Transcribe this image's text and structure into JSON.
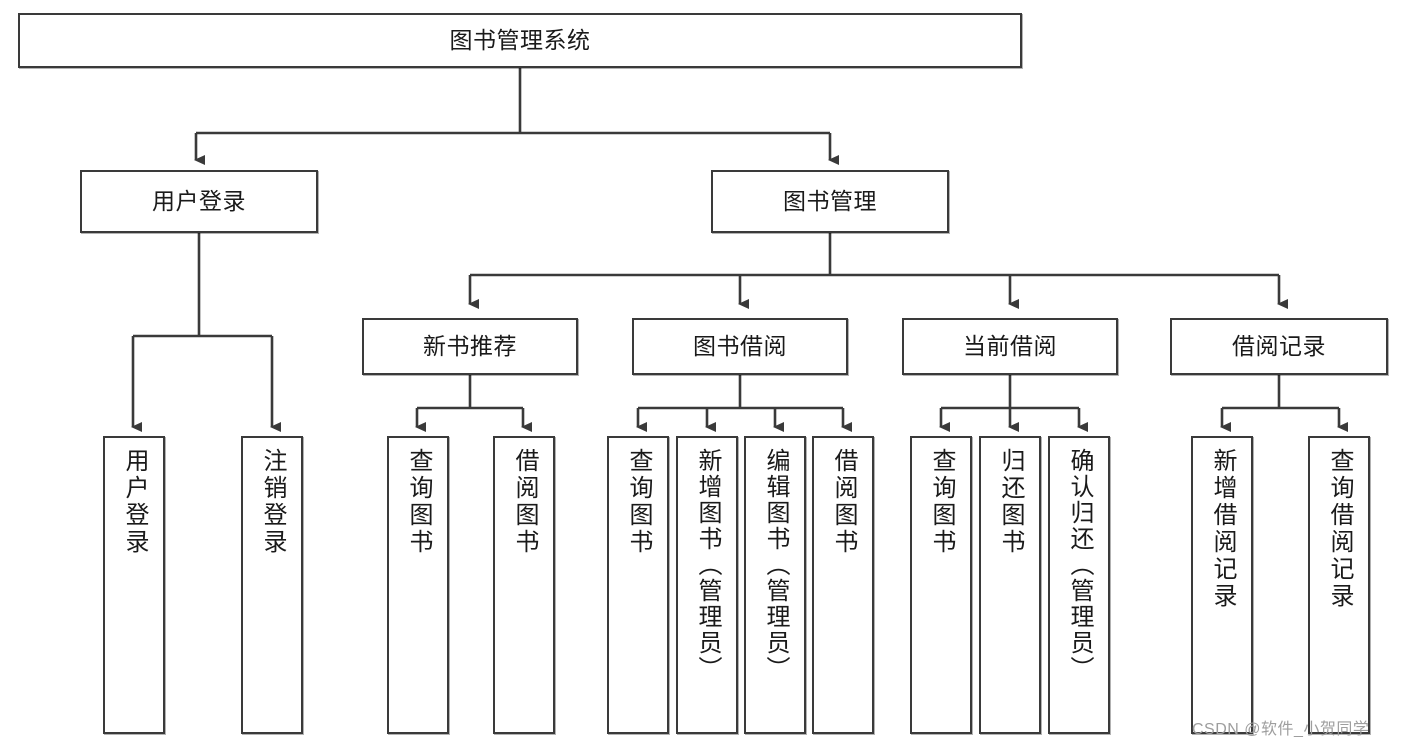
{
  "diagram": {
    "type": "hierarchy-tree",
    "title_node": {
      "label": "图书管理系统"
    },
    "level1": [
      {
        "label": "用户登录"
      },
      {
        "label": "图书管理"
      }
    ],
    "level2": [
      {
        "label": "新书推荐"
      },
      {
        "label": "图书借阅"
      },
      {
        "label": "当前借阅"
      },
      {
        "label": "借阅记录"
      }
    ],
    "leaves": {
      "user_login": [
        {
          "label": "用户登录"
        },
        {
          "label": "注销登录"
        }
      ],
      "new_book_recommend": [
        {
          "label": "查询图书"
        },
        {
          "label": "借阅图书"
        }
      ],
      "book_borrow": [
        {
          "label": "查询图书"
        },
        {
          "label": "新增图书（管理员）"
        },
        {
          "label": "编辑图书（管理员）"
        },
        {
          "label": "借阅图书"
        }
      ],
      "current_borrow": [
        {
          "label": "查询图书"
        },
        {
          "label": "归还图书"
        },
        {
          "label": "确认归还（管理员）"
        }
      ],
      "borrow_records": [
        {
          "label": "新增借阅记录"
        },
        {
          "label": "查询借阅记录"
        }
      ]
    }
  },
  "watermark": {
    "text": "CSDN @软件_小贺同学"
  },
  "colors": {
    "stroke": "#3a3a3a",
    "box_fill": "#ffffff",
    "text": "#1a1a1a",
    "watermark": "#9e9e9e",
    "background": "#ffffff"
  }
}
